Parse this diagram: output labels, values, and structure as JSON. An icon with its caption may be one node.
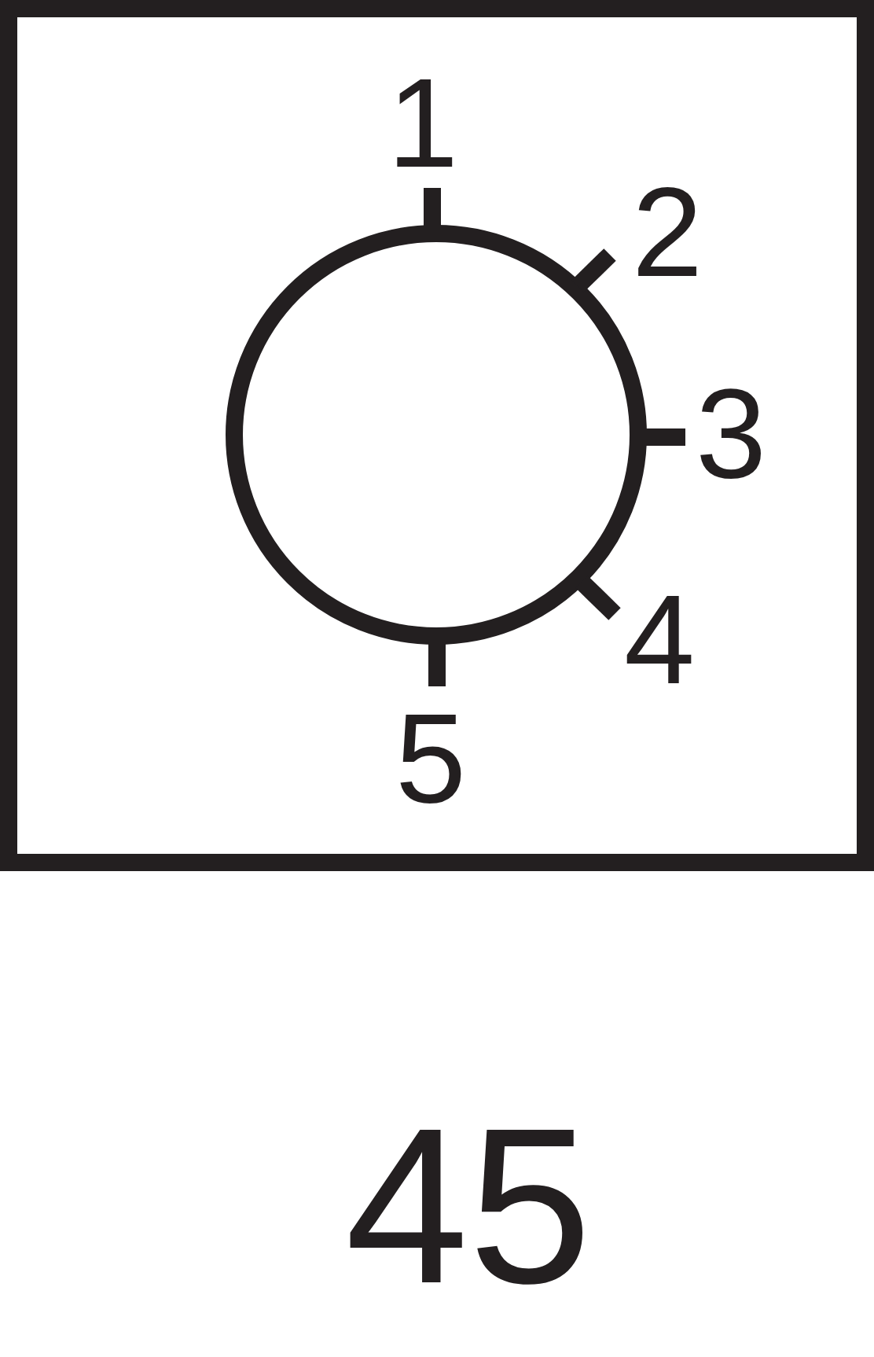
{
  "diagram": {
    "labels": [
      "1",
      "2",
      "3",
      "4",
      "5",
      "45"
    ]
  }
}
